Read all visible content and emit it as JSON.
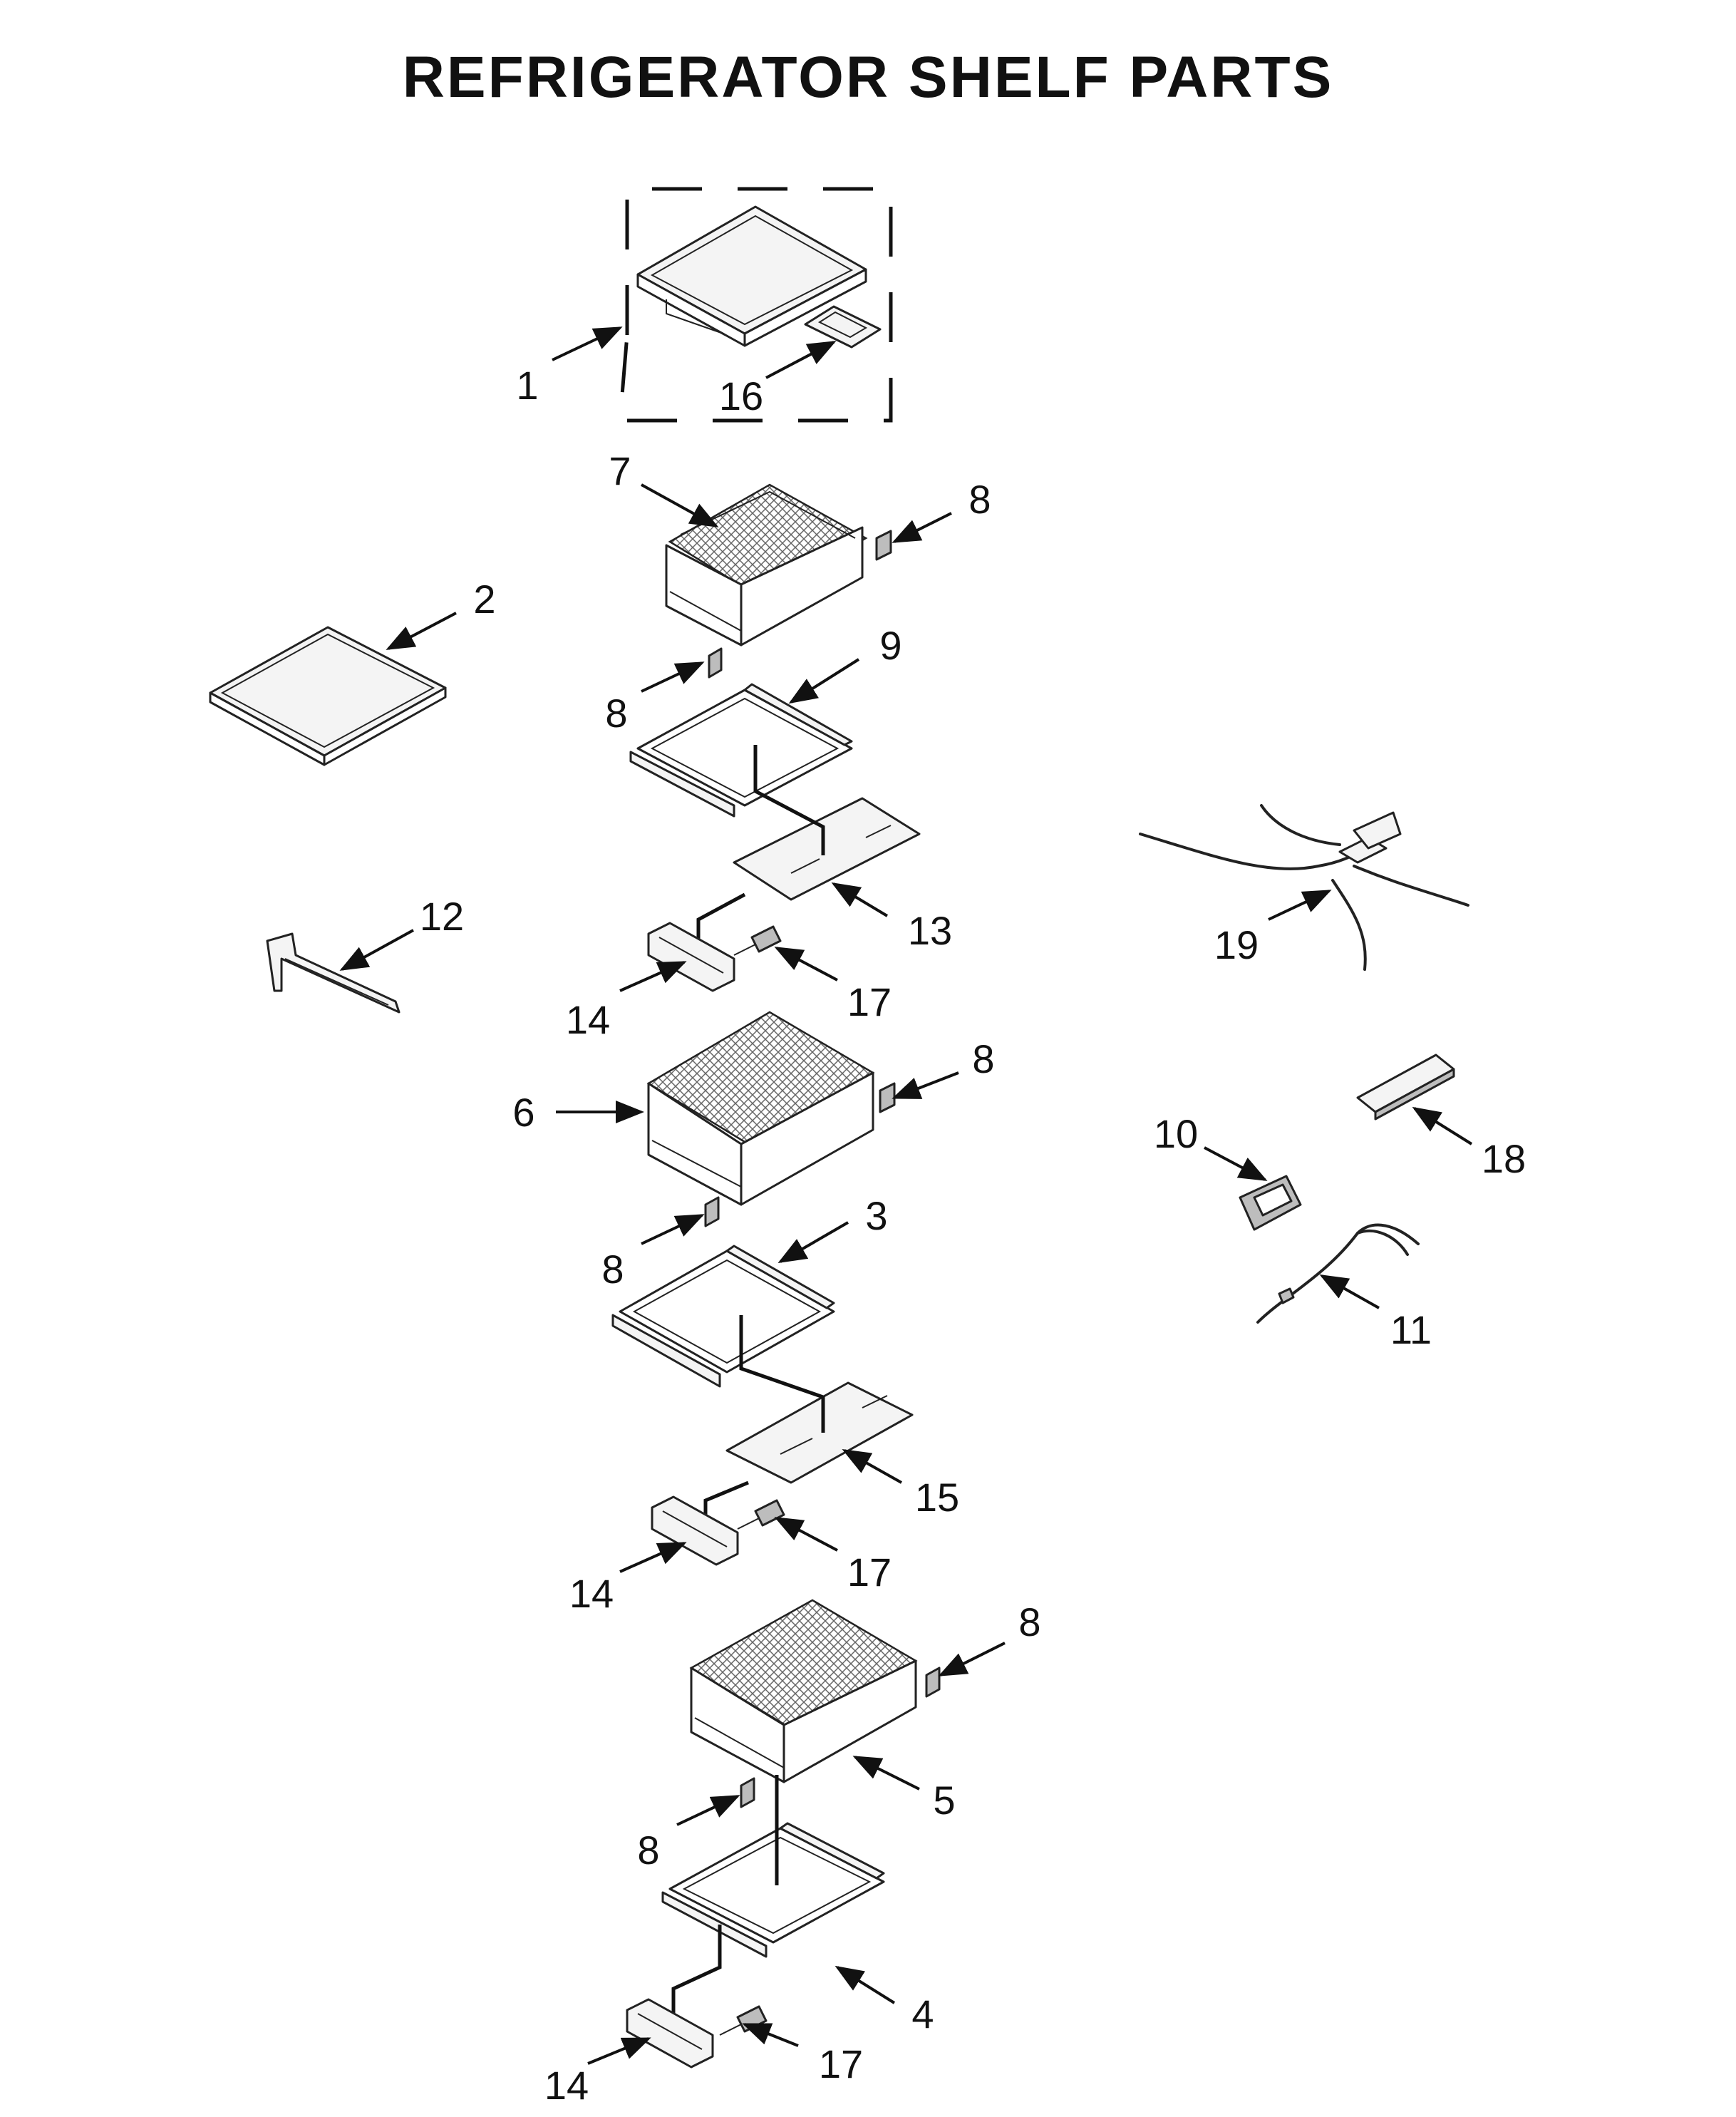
{
  "title": "REFRIGERATOR SHELF PARTS",
  "callouts": [
    "1",
    "16",
    "7",
    "8",
    "2",
    "8",
    "9",
    "13",
    "12",
    "14",
    "17",
    "19",
    "6",
    "8",
    "10",
    "18",
    "8",
    "3",
    "11",
    "15",
    "14",
    "17",
    "8",
    "5",
    "8",
    "4",
    "14",
    "17"
  ]
}
